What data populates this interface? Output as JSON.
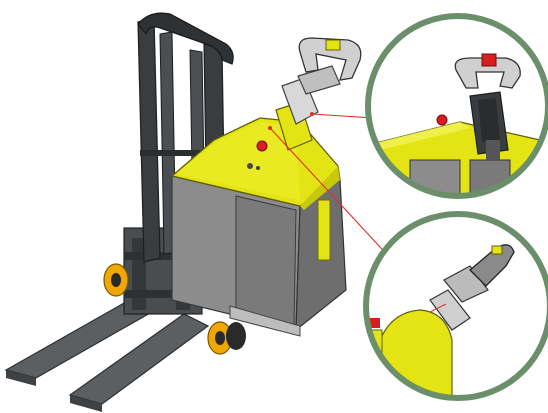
{
  "colors": {
    "body_yellow": "#e4e414",
    "body_yellow_shade": "#c9c90c",
    "panel_gray": "#8c8c8c",
    "panel_dark": "#5e5e5e",
    "mast_dark": "#3a3d40",
    "fork_gray": "#5c5f62",
    "wheel_orange": "#f0a800",
    "wheel_black": "#2a2a2a",
    "callout_ring": "#6b8e6b",
    "leader_line": "#e0302a",
    "emergency_red": "#d81e1e"
  },
  "callouts": [
    {
      "name": "detail-top",
      "shows": "tiller-handle-with-emergency-stop-button"
    },
    {
      "name": "detail-bottom",
      "shows": "tiller-arm-side-view"
    }
  ]
}
